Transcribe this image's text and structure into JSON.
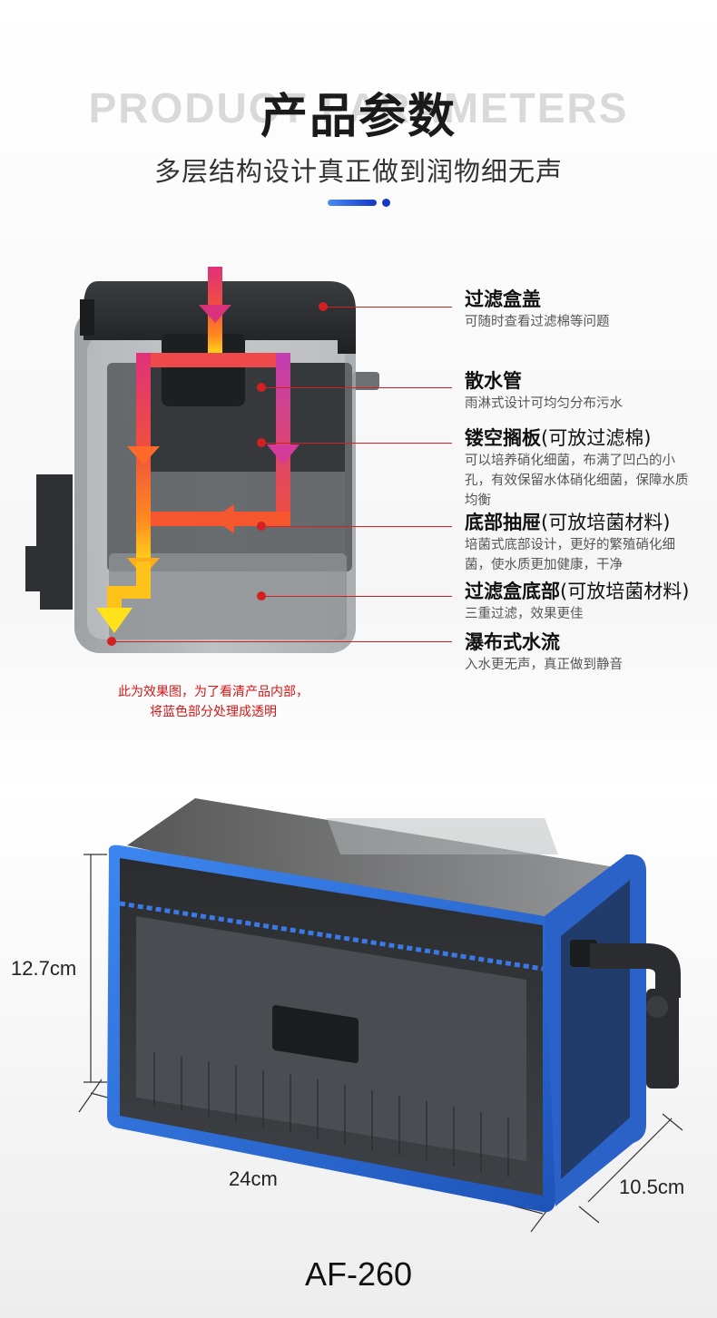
{
  "header": {
    "bg_word": "PRODUCT PARAMETERS",
    "title": "产品参数",
    "subtitle": "多层结构设计真正做到润物细无声"
  },
  "callouts": [
    {
      "title": "过滤盒盖",
      "paren": "",
      "desc": "可随时查看过滤棉等问题"
    },
    {
      "title": "散水管",
      "paren": "",
      "desc": "雨淋式设计可均匀分布污水"
    },
    {
      "title": "镂空搁板",
      "paren": "(可放过滤棉)",
      "desc": "可以培养硝化细菌，布满了凹凸的小孔，有效保留水体硝化细菌，保障水质均衡"
    },
    {
      "title": "底部抽屉",
      "paren": "(可放培菌材料)",
      "desc": "培菌式底部设计，更好的繁殖硝化细菌，使水质更加健康，干净"
    },
    {
      "title": "过滤盒底部",
      "paren": "(可放培菌材料)",
      "desc": "三重过滤，效果更佳"
    },
    {
      "title": "瀑布式水流",
      "paren": "",
      "desc": "入水更无声，真正做到静音"
    }
  ],
  "note": {
    "line1": "此为效果图，为了看清产品内部，",
    "line2": "将蓝色部分处理成透明"
  },
  "dimensions": {
    "height": "12.7cm",
    "length": "24cm",
    "depth": "10.5cm"
  },
  "model": "AF-260",
  "colors": {
    "accent_red": "#d32020",
    "product_blue": "#2f6fd6",
    "deco_blue": "#1437c8"
  }
}
